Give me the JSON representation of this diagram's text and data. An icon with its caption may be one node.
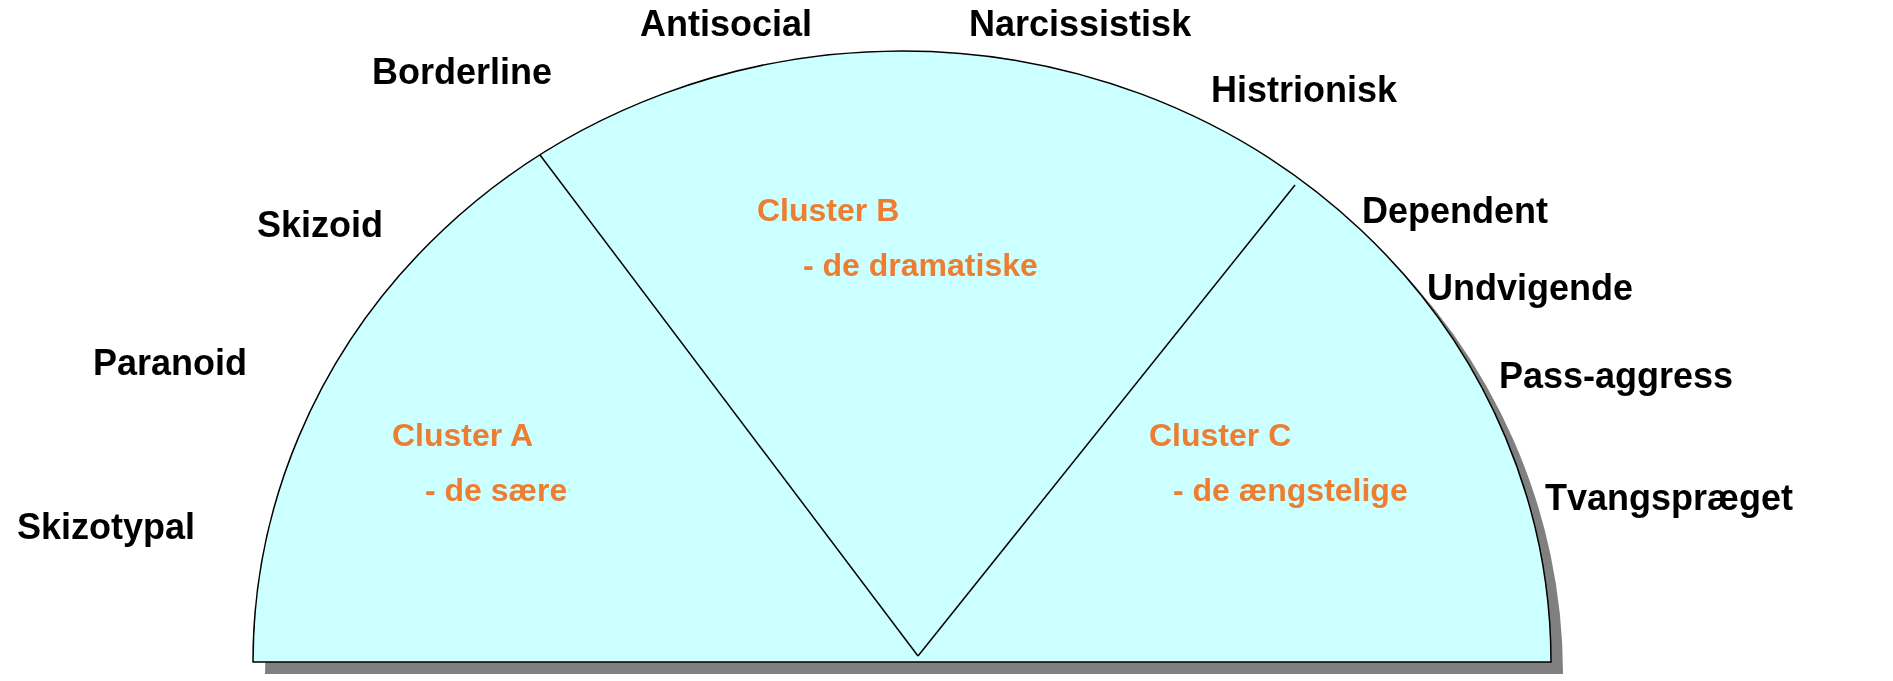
{
  "diagram": {
    "nodes": [
      {
        "text": [],
        "shape": "semicircle"
      },
      {
        "text": [
          "Cluster A",
          "- de sære"
        ],
        "in": 0
      },
      {
        "text": [
          "Cluster B",
          "- de dramatiske"
        ],
        "in": 0
      },
      {
        "text": [
          "Cluster C",
          "- de ængstelige"
        ],
        "in": 0
      }
    ],
    "labels": [
      "Antisocial",
      "Narcissistisk",
      "Borderline",
      "Histrionisk",
      "Dependent",
      "Skizoid",
      "Undvigende",
      "Paranoid",
      "Pass-aggress",
      "Tvangspræget",
      "Skizotypal"
    ]
  }
}
